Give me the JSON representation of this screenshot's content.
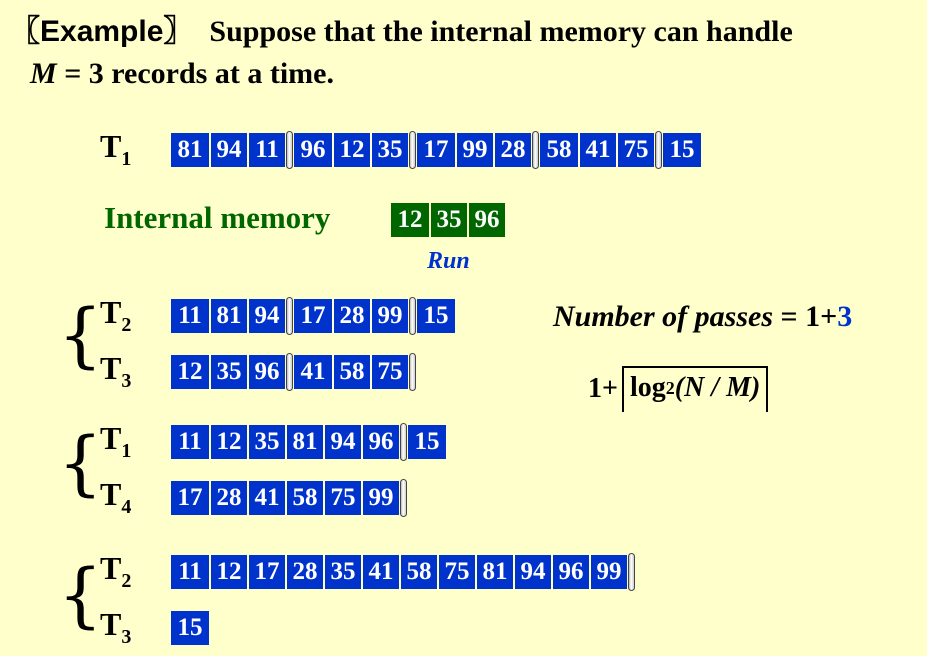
{
  "title": {
    "example": "〖Example〗",
    "text": "Suppose that the internal memory can handle",
    "line2_var": "M",
    "line2_rest": " = 3 records at a time."
  },
  "memory": {
    "label": "Internal memory",
    "values": [
      "12",
      "35",
      "96"
    ],
    "run_label": "Run"
  },
  "passes": {
    "label_italic": "Number of passes",
    "equals": " = 1+",
    "highlight": "3",
    "formula_prefix": "1+",
    "formula_log": "log",
    "formula_base": "2",
    "formula_arg": "(N / M)"
  },
  "tapes": [
    {
      "label": "T",
      "sub": "1",
      "runs": [
        [
          "81",
          "94",
          "11"
        ],
        [
          "96",
          "12",
          "35"
        ],
        [
          "17",
          "99",
          "28"
        ],
        [
          "58",
          "41",
          "75"
        ],
        [
          "15"
        ]
      ],
      "trailing_sep": false
    },
    {
      "label": "T",
      "sub": "2",
      "runs": [
        [
          "11",
          "81",
          "94"
        ],
        [
          "17",
          "28",
          "99"
        ],
        [
          "15"
        ]
      ],
      "trailing_sep": false
    },
    {
      "label": "T",
      "sub": "3",
      "runs": [
        [
          "12",
          "35",
          "96"
        ],
        [
          "41",
          "58",
          "75"
        ]
      ],
      "trailing_sep": true
    },
    {
      "label": "T",
      "sub": "1",
      "runs": [
        [
          "11",
          "12",
          "35",
          "81",
          "94",
          "96"
        ],
        [
          "15"
        ]
      ],
      "trailing_sep": false
    },
    {
      "label": "T",
      "sub": "4",
      "runs": [
        [
          "17",
          "28",
          "41",
          "58",
          "75",
          "99"
        ]
      ],
      "trailing_sep": true
    },
    {
      "label": "T",
      "sub": "2",
      "runs": [
        [
          "11",
          "12",
          "17",
          "28",
          "35",
          "41",
          "58",
          "75",
          "81",
          "94",
          "96",
          "99"
        ]
      ],
      "trailing_sep": true
    },
    {
      "label": "T",
      "sub": "3",
      "runs": [
        [
          "15"
        ]
      ],
      "trailing_sep": false
    }
  ],
  "colors": {
    "cell_blue": "#0033cc",
    "cell_green": "#006600",
    "background": "#ffffcc",
    "accent_blue": "#0033cc"
  }
}
